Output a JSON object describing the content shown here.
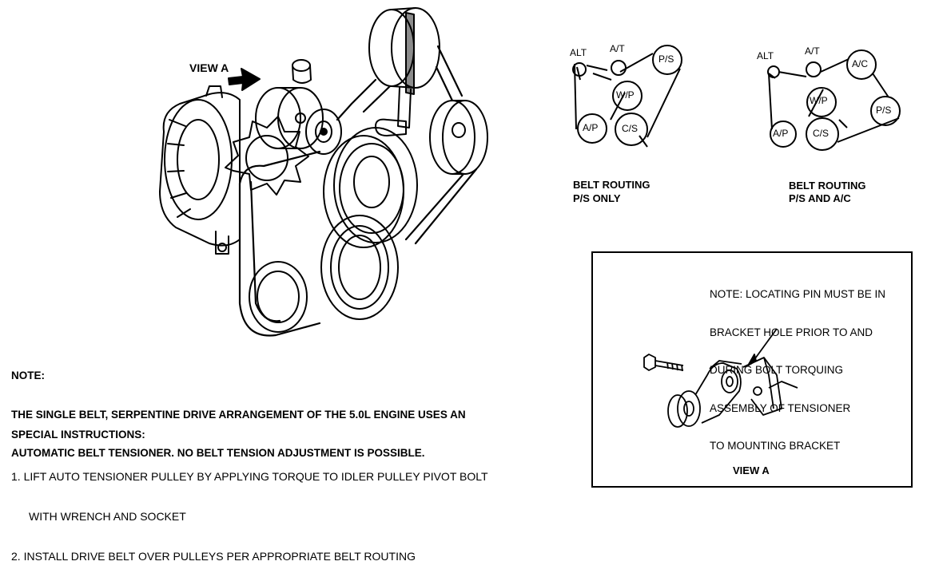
{
  "view_a_label": "VIEW A",
  "note": {
    "heading": "NOTE:",
    "lines": [
      "THE SINGLE BELT, SERPENTINE DRIVE ARRANGEMENT OF THE 5.0L ENGINE USES AN",
      "AUTOMATIC BELT TENSIONER. NO BELT TENSION ADJUSTMENT IS POSSIBLE."
    ]
  },
  "special_instructions": {
    "heading": "SPECIAL INSTRUCTIONS:",
    "items": [
      {
        "num": "1.",
        "lines": [
          "LIFT AUTO TENSIONER PULLEY BY APPLYING TORQUE TO IDLER PULLEY PIVOT BOLT",
          "WITH WRENCH AND SOCKET"
        ]
      },
      {
        "num": "2.",
        "lines": [
          "INSTALL DRIVE BELT OVER PULLEYS PER APPROPRIATE BELT ROUTING"
        ]
      }
    ]
  },
  "routing_ps_only": {
    "caption": [
      "BELT ROUTING",
      "P/S ONLY"
    ],
    "pulleys": {
      "alt": "ALT",
      "at": "A/T",
      "ps": "P/S",
      "wp": "W/P",
      "ap": "A/P",
      "cs": "C/S"
    }
  },
  "routing_ps_ac": {
    "caption": [
      "BELT ROUTING",
      "P/S AND A/C"
    ],
    "pulleys": {
      "alt": "ALT",
      "at": "A/T",
      "ac": "A/C",
      "wp": "W/P",
      "ps": "P/S",
      "ap": "A/P",
      "cs": "C/S"
    }
  },
  "view_a_box": {
    "note_lines": [
      "NOTE: LOCATING PIN MUST BE IN",
      "BRACKET HOLE PRIOR TO AND",
      "DURING BOLT TORQUING",
      "ASSEMBLY OF TENSIONER",
      "TO MOUNTING BRACKET"
    ],
    "caption": "VIEW A"
  }
}
